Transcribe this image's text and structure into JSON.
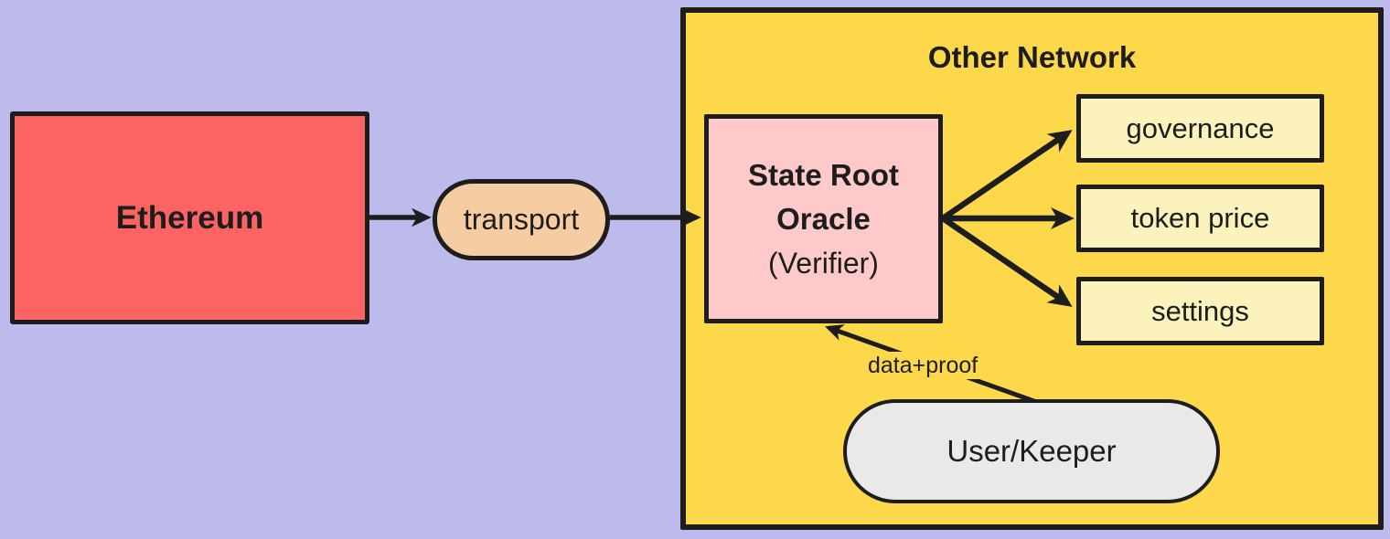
{
  "diagram": {
    "background_color": "#bdbaec",
    "stroke_color": "#1d1d1d",
    "groups": {
      "other_network": {
        "title": "Other Network",
        "fill": "#fdd84a"
      }
    },
    "nodes": {
      "ethereum": {
        "label": "Ethereum",
        "fill": "#fc6363"
      },
      "transport": {
        "label": "transport",
        "fill": "#f6cda2"
      },
      "state_root_oracle": {
        "title_line1": "State Root",
        "title_line2": "Oracle",
        "subtitle": "(Verifier)",
        "fill": "#fdc9c9"
      },
      "governance": {
        "label": "governance",
        "fill": "#fbf3bb"
      },
      "token_price": {
        "label": "token price",
        "fill": "#fbf3bb"
      },
      "settings": {
        "label": "settings",
        "fill": "#fbf3bb"
      },
      "user_keeper": {
        "label": "User/Keeper",
        "fill": "#e9e9e9"
      }
    },
    "edge_labels": {
      "data_proof": "data+proof"
    }
  }
}
